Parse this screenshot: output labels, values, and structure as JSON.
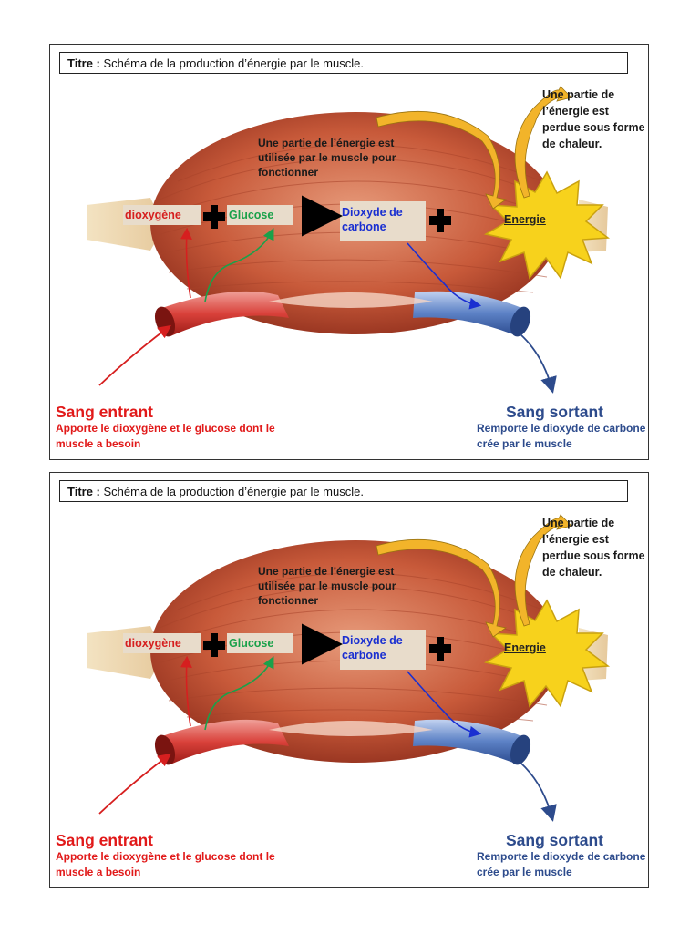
{
  "panels": [
    {
      "title_prefix": "Titre :",
      "title_text": "Schéma de la production d’énergie par le muscle.",
      "oxygen_label": "dioxygène",
      "glucose_label": "Glucose",
      "co2_label": "Dioxyde de carbone",
      "energy_label": "Energie",
      "used_energy_text": "Une partie de l’énergie est utilisée par le muscle pour fonctionner",
      "heat_text": "Une partie de l’énergie est perdue sous forme de chaleur.",
      "blood_in_title": "Sang entrant",
      "blood_in_desc": "Apporte le dioxygène et le glucose dont le muscle a besoin",
      "blood_out_title": "Sang sortant",
      "blood_out_desc": "Remporte le dioxyde de carbone crée par le muscle"
    },
    {
      "title_prefix": "Titre :",
      "title_text": "Schéma de la production d’énergie par le muscle.",
      "oxygen_label": "dioxygène",
      "glucose_label": "Glucose",
      "co2_label": "Dioxyde de carbone",
      "energy_label": "Energie",
      "used_energy_text": "Une partie de l’énergie est utilisée par le muscle pour fonctionner",
      "heat_text": "Une partie de l’énergie est perdue sous forme de chaleur.",
      "blood_in_title": "Sang entrant",
      "blood_in_desc": "Apporte le dioxygène et le glucose dont le muscle a besoin",
      "blood_out_title": "Sang sortant",
      "blood_out_desc": "Remporte le dioxyde de carbone crée par le muscle"
    }
  ],
  "colors": {
    "oxygen": "#d61f1f",
    "glucose": "#1aa14a",
    "co2": "#1a2fd1",
    "muscle": "#c85a3a",
    "artery": "#d9413a",
    "vein": "#5d82c6",
    "energy_star": "#f7d21c",
    "blood_in": "#e11919",
    "blood_out": "#2d4b8c"
  }
}
